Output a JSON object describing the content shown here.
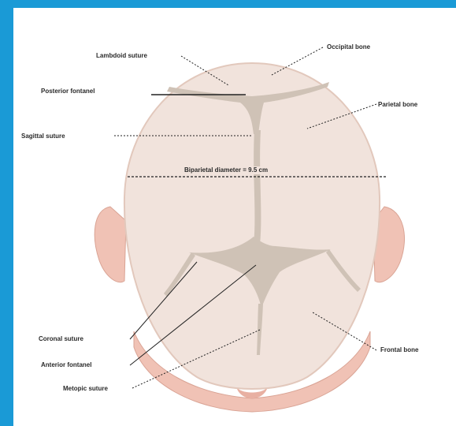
{
  "labels": {
    "lambdoid_suture": "Lambdoid suture",
    "occipital_bone": "Occipital bone",
    "posterior_fontanel": "Posterior fontanel",
    "parietal_bone": "Parietal bone",
    "sagittal_suture": "Sagittal suture",
    "biparietal_diameter": "Biparietal diameter = 9.5 cm",
    "coronal_suture": "Coronal suture",
    "anterior_fontanel": "Anterior fontanel",
    "frontal_bone": "Frontal bone",
    "metopic_suture": "Metopic suture"
  },
  "colors": {
    "border": "#1a9ad6",
    "skull": "#f1e3dc",
    "skin": "#f0c2b5",
    "suture": "#cfc2b6",
    "leader": "#222222"
  }
}
